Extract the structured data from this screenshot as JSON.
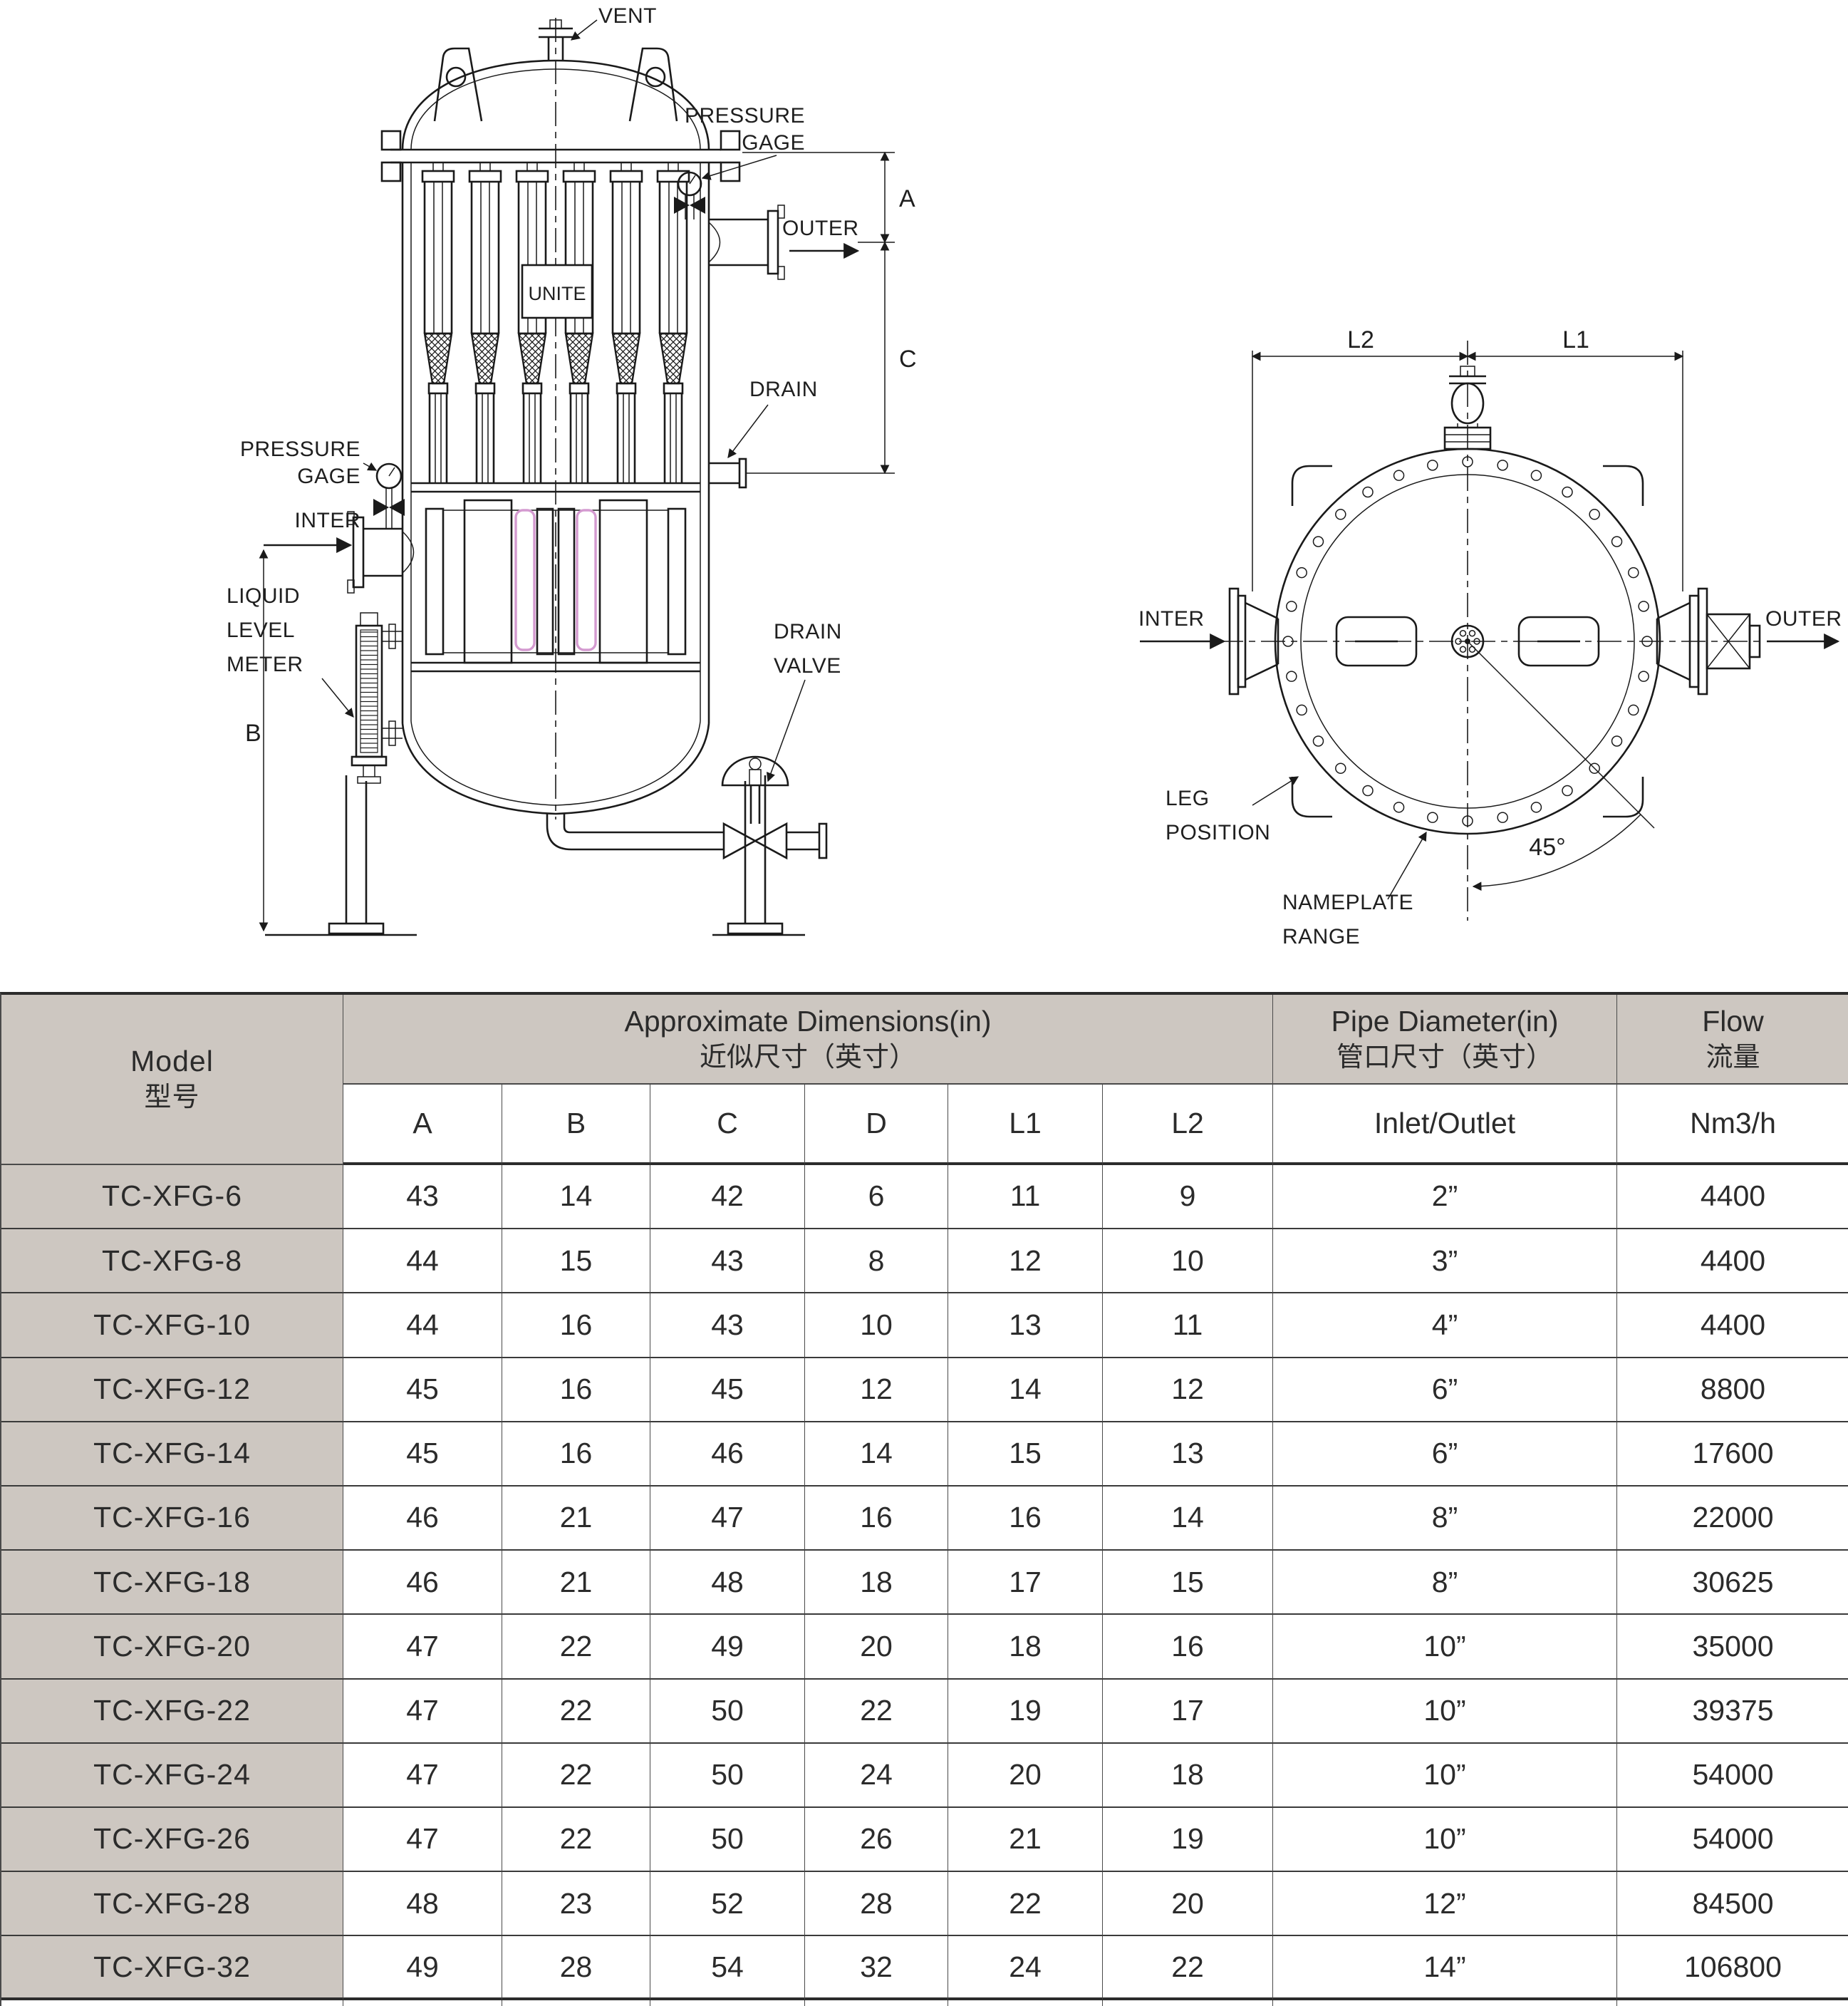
{
  "colors": {
    "line": "#1a1a1a",
    "text": "#1f1f1f",
    "table_text": "#2b2b2b",
    "header_bg": "#cdc7c1",
    "pink_slot": "#d49ad0"
  },
  "front_view": {
    "vent": "VENT",
    "pressure_gage_top_line1": "PRESSURE",
    "pressure_gage_top_line2": "GAGE",
    "outer": "OUTER",
    "drain": "DRAIN",
    "unite": "UNITE",
    "pressure_gage_left_line1": "PRESSURE",
    "pressure_gage_left_line2": "GAGE",
    "inter": "INTER",
    "llm_line1": "LIQUID",
    "llm_line2": "LEVEL",
    "llm_line3": "METER",
    "drain_valve_line1": "DRAIN",
    "drain_valve_line2": "VALVE",
    "dim_a": "A",
    "dim_b": "B",
    "dim_c": "C"
  },
  "top_view": {
    "l1": "L1",
    "l2": "L2",
    "inter": "INTER",
    "outer": "OUTER",
    "leg_line1": "LEG",
    "leg_line2": "POSITION",
    "nameplate_line1": "NAMEPLATE",
    "nameplate_line2": "RANGE",
    "angle": "45°"
  },
  "table": {
    "model_header_en": "Model",
    "model_header_cn": "型号",
    "approx_dims_en": "Approximate Dimensions(in)",
    "approx_dims_cn": "近似尺寸（英寸）",
    "pipe_dia_en": "Pipe Diameter(in)",
    "pipe_dia_cn": "管口尺寸（英寸）",
    "flow_en": "Flow",
    "flow_cn": "流量",
    "sub_a": "A",
    "sub_b": "B",
    "sub_c": "C",
    "sub_d": "D",
    "sub_l1": "L1",
    "sub_l2": "L2",
    "sub_inlet": "Inlet/Outlet",
    "sub_flow": "Nm3/h",
    "rows": [
      {
        "model": "TC-XFG-6",
        "a": 43,
        "b": 14,
        "c": 42,
        "d": 6,
        "l1": 11,
        "l2": 9,
        "inlet_outlet": "2”",
        "flow": 4400
      },
      {
        "model": "TC-XFG-8",
        "a": 44,
        "b": 15,
        "c": 43,
        "d": 8,
        "l1": 12,
        "l2": 10,
        "inlet_outlet": "3”",
        "flow": 4400
      },
      {
        "model": "TC-XFG-10",
        "a": 44,
        "b": 16,
        "c": 43,
        "d": 10,
        "l1": 13,
        "l2": 11,
        "inlet_outlet": "4”",
        "flow": 4400
      },
      {
        "model": "TC-XFG-12",
        "a": 45,
        "b": 16,
        "c": 45,
        "d": 12,
        "l1": 14,
        "l2": 12,
        "inlet_outlet": "6”",
        "flow": 8800
      },
      {
        "model": "TC-XFG-14",
        "a": 45,
        "b": 16,
        "c": 46,
        "d": 14,
        "l1": 15,
        "l2": 13,
        "inlet_outlet": "6”",
        "flow": 17600
      },
      {
        "model": "TC-XFG-16",
        "a": 46,
        "b": 21,
        "c": 47,
        "d": 16,
        "l1": 16,
        "l2": 14,
        "inlet_outlet": "8”",
        "flow": 22000
      },
      {
        "model": "TC-XFG-18",
        "a": 46,
        "b": 21,
        "c": 48,
        "d": 18,
        "l1": 17,
        "l2": 15,
        "inlet_outlet": "8”",
        "flow": 30625
      },
      {
        "model": "TC-XFG-20",
        "a": 47,
        "b": 22,
        "c": 49,
        "d": 20,
        "l1": 18,
        "l2": 16,
        "inlet_outlet": "10”",
        "flow": 35000
      },
      {
        "model": "TC-XFG-22",
        "a": 47,
        "b": 22,
        "c": 50,
        "d": 22,
        "l1": 19,
        "l2": 17,
        "inlet_outlet": "10”",
        "flow": 39375
      },
      {
        "model": "TC-XFG-24",
        "a": 47,
        "b": 22,
        "c": 50,
        "d": 24,
        "l1": 20,
        "l2": 18,
        "inlet_outlet": "10”",
        "flow": 54000
      },
      {
        "model": "TC-XFG-26",
        "a": 47,
        "b": 22,
        "c": 50,
        "d": 26,
        "l1": 21,
        "l2": 19,
        "inlet_outlet": "10”",
        "flow": 54000
      },
      {
        "model": "TC-XFG-28",
        "a": 48,
        "b": 23,
        "c": 52,
        "d": 28,
        "l1": 22,
        "l2": 20,
        "inlet_outlet": "12”",
        "flow": 84500
      },
      {
        "model": "TC-XFG-32",
        "a": 49,
        "b": 28,
        "c": 54,
        "d": 32,
        "l1": 24,
        "l2": 22,
        "inlet_outlet": "14”",
        "flow": 106800
      }
    ]
  }
}
